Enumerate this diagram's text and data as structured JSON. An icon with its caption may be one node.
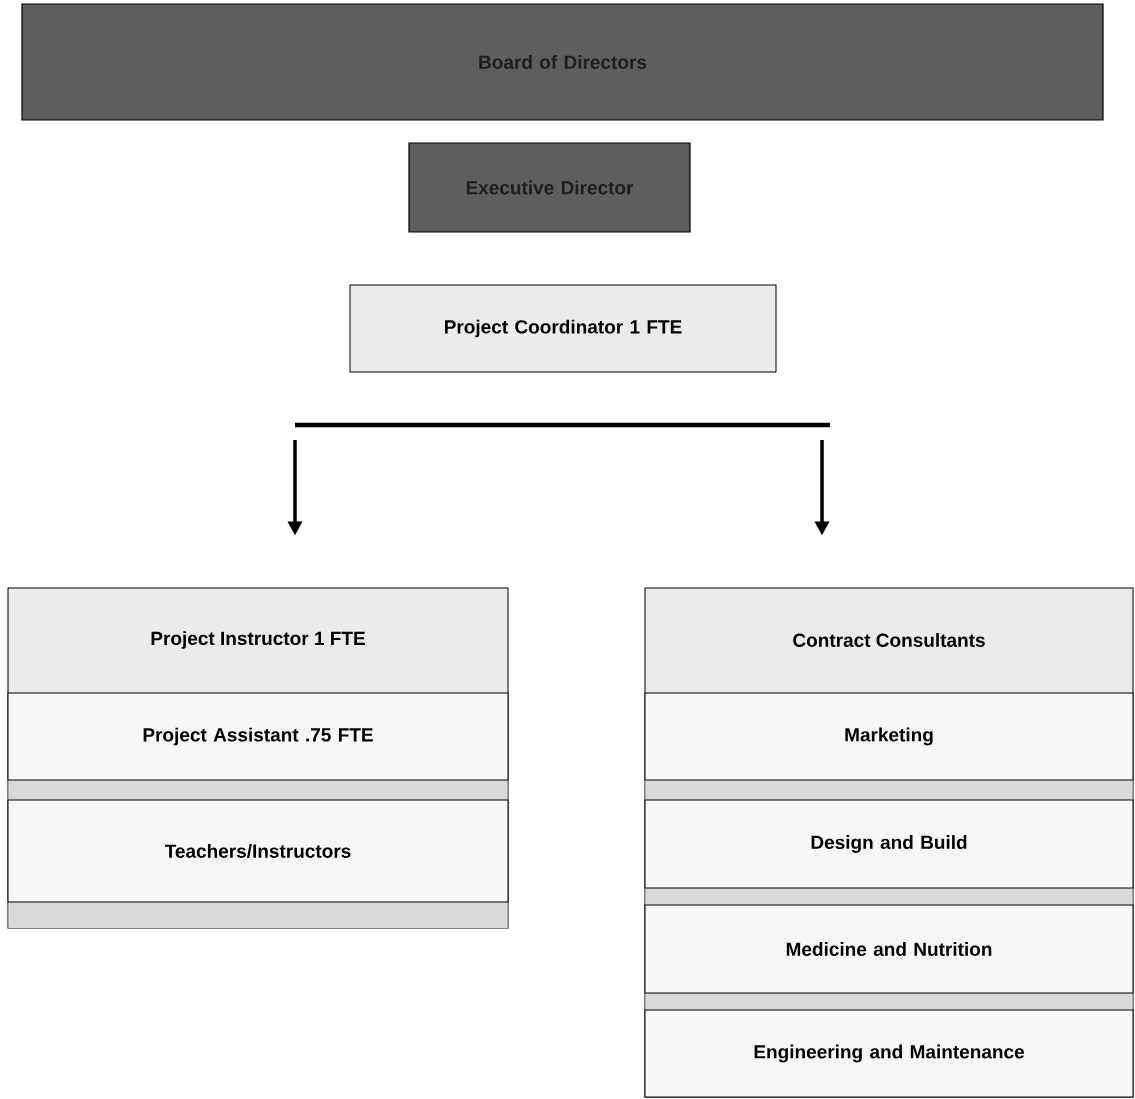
{
  "diagram": {
    "nodes": [
      {
        "text": [
          "Board of Directors"
        ]
      },
      {
        "text": [
          "Executive Director"
        ]
      },
      {
        "text": [
          "Project Coordinator 1 FTE"
        ]
      },
      {
        "text": [
          "Project Instructor 1 FTE"
        ]
      },
      {
        "text": [
          "Project Assistant .75 FTE"
        ],
        "in": 3
      },
      {
        "text": [
          "Teachers/Instructors"
        ],
        "in": 3
      },
      {
        "text": [
          "Contract Consultants"
        ]
      },
      {
        "text": [
          "Marketing"
        ],
        "in": 6
      },
      {
        "text": [
          "Design and Build"
        ],
        "in": 6
      },
      {
        "text": [
          "Medicine and Nutrition"
        ],
        "in": 6
      },
      {
        "text": [
          "Engineering and Maintenance"
        ],
        "in": 6
      }
    ],
    "edges": [
      {
        "from": null,
        "to": 3,
        "arrow": "to"
      },
      {
        "from": null,
        "to": 6,
        "arrow": "to"
      }
    ]
  }
}
